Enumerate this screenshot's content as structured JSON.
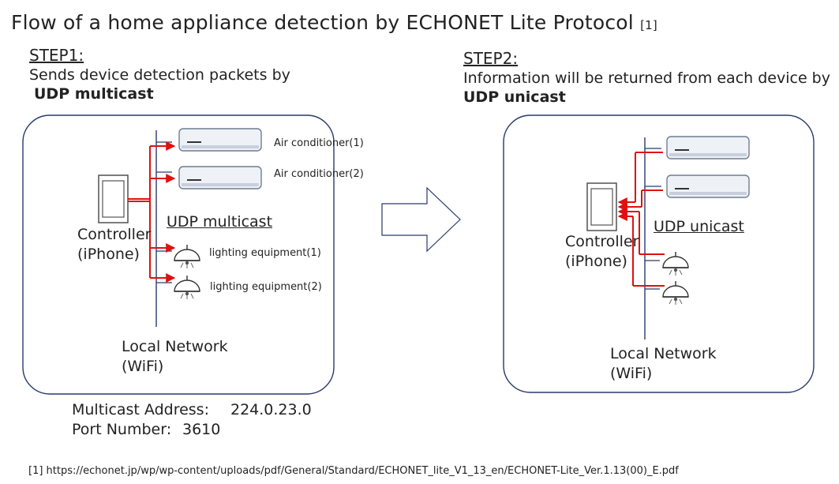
{
  "title": {
    "text": "Flow of a home appliance detection  by ECHONET Lite Protocol",
    "ref": "[1]"
  },
  "step1": {
    "label": "STEP1:",
    "desc": "Sends device detection packets by",
    "method": "UDP multicast",
    "controller_line1": "Controller",
    "controller_line2": "(iPhone)",
    "udp_label": "UDP multicast",
    "devices": [
      "Air conditioner(1)",
      "Air conditioner(2)",
      "lighting equipment(1)",
      "lighting equipment(2)"
    ],
    "network_line1": "Local Network",
    "network_line2": "(WiFi)",
    "multicast_address_label": "Multicast Address:",
    "multicast_address_value": "224.0.23.0",
    "port_label": "Port Number:",
    "port_value": "3610"
  },
  "step2": {
    "label": "STEP2:",
    "desc": "Information will be returned from each device by",
    "method": "UDP unicast",
    "controller_line1": "Controller",
    "controller_line2": "(iPhone)",
    "udp_label": "UDP unicast",
    "network_line1": "Local Network",
    "network_line2": "(WiFi)"
  },
  "footnote": "[1] https://echonet.jp/wp/wp-content/uploads/pdf/General/Standard/ECHONET_lite_V1_13_en/ECHONET-Lite_Ver.1.13(00)_E.pdf",
  "colors": {
    "signal": "#e01010",
    "network_line": "#2a3a6a",
    "box_border": "#2a3a6a",
    "appliance_fill": "#eef1f6",
    "arrow_stroke": "#2a3a6a"
  }
}
